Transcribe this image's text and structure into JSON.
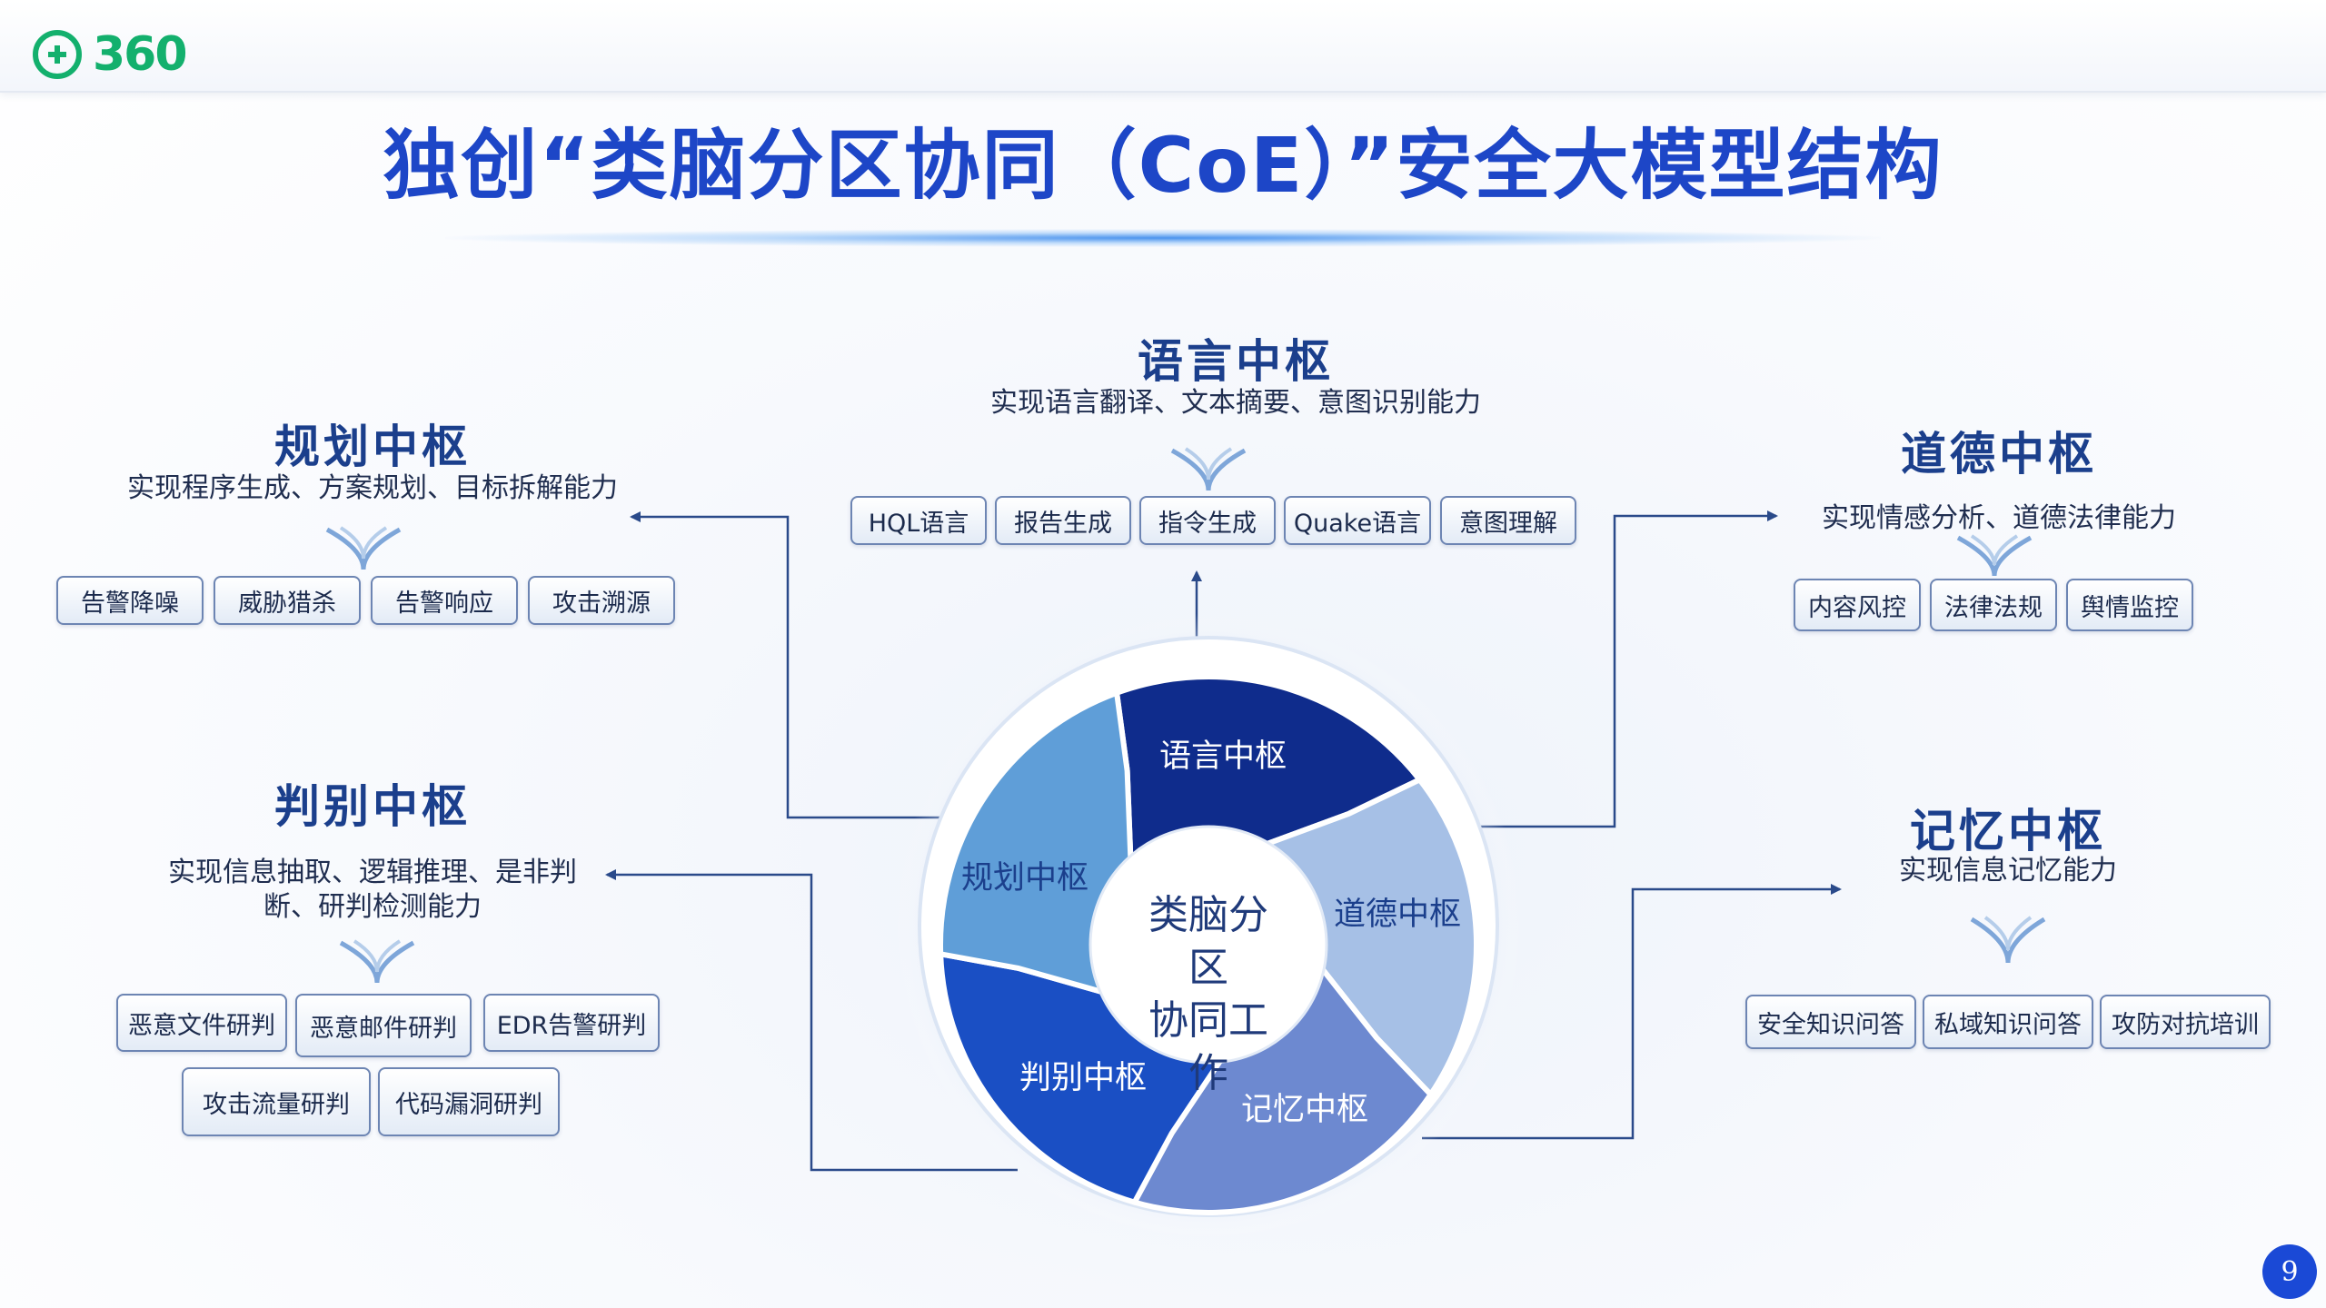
{
  "header": {
    "logo_text": "360",
    "title": "独创“类脑分区协同（CoE）”安全大模型结构"
  },
  "hubs": {
    "language": {
      "title": "语言中枢",
      "desc": "实现语言翻译、文本摘要、意图识别能力",
      "chips": [
        "HQL语言",
        "报告生成",
        "指令生成",
        "Quake语言",
        "意图理解"
      ]
    },
    "planning": {
      "title": "规划中枢",
      "desc": "实现程序生成、方案规划、目标拆解能力",
      "chips": [
        "告警降噪",
        "威胁猎杀",
        "告警响应",
        "攻击溯源"
      ]
    },
    "ethics": {
      "title": "道德中枢",
      "desc": "实现情感分析、道德法律能力",
      "chips": [
        "内容风控",
        "法律法规",
        "舆情监控"
      ]
    },
    "judgment": {
      "title": "判别中枢",
      "desc_line1": "实现信息抽取、逻辑推理、是非判",
      "desc_line2": "断、研判检测能力",
      "chips": [
        "恶意文件研判",
        "恶意邮件研判",
        "EDR告警研判",
        "攻击流量研判",
        "代码漏洞研判"
      ]
    },
    "memory": {
      "title": "记忆中枢",
      "desc": "实现信息记忆能力",
      "chips": [
        "安全知识问答",
        "私域知识问答",
        "攻防对抗培训"
      ]
    }
  },
  "wheel": {
    "center_lines": [
      "类脑分",
      "区",
      "协同工",
      "作"
    ],
    "segments": [
      "语言中枢",
      "道德中枢",
      "记忆中枢",
      "判别中枢",
      "规划中枢"
    ]
  },
  "page_number": "9",
  "colors": {
    "title": "#1d46c7",
    "hub_title": "#1b3f8c",
    "connector": "#2a4a8a",
    "seg_language": "#0f2c8c",
    "seg_ethics": "#a6c0e6",
    "seg_memory": "#6d89d0",
    "seg_judgment": "#1a4fc4",
    "seg_planning": "#5f9ed8",
    "logo": "#13b06d",
    "badge": "#1a49d6"
  }
}
